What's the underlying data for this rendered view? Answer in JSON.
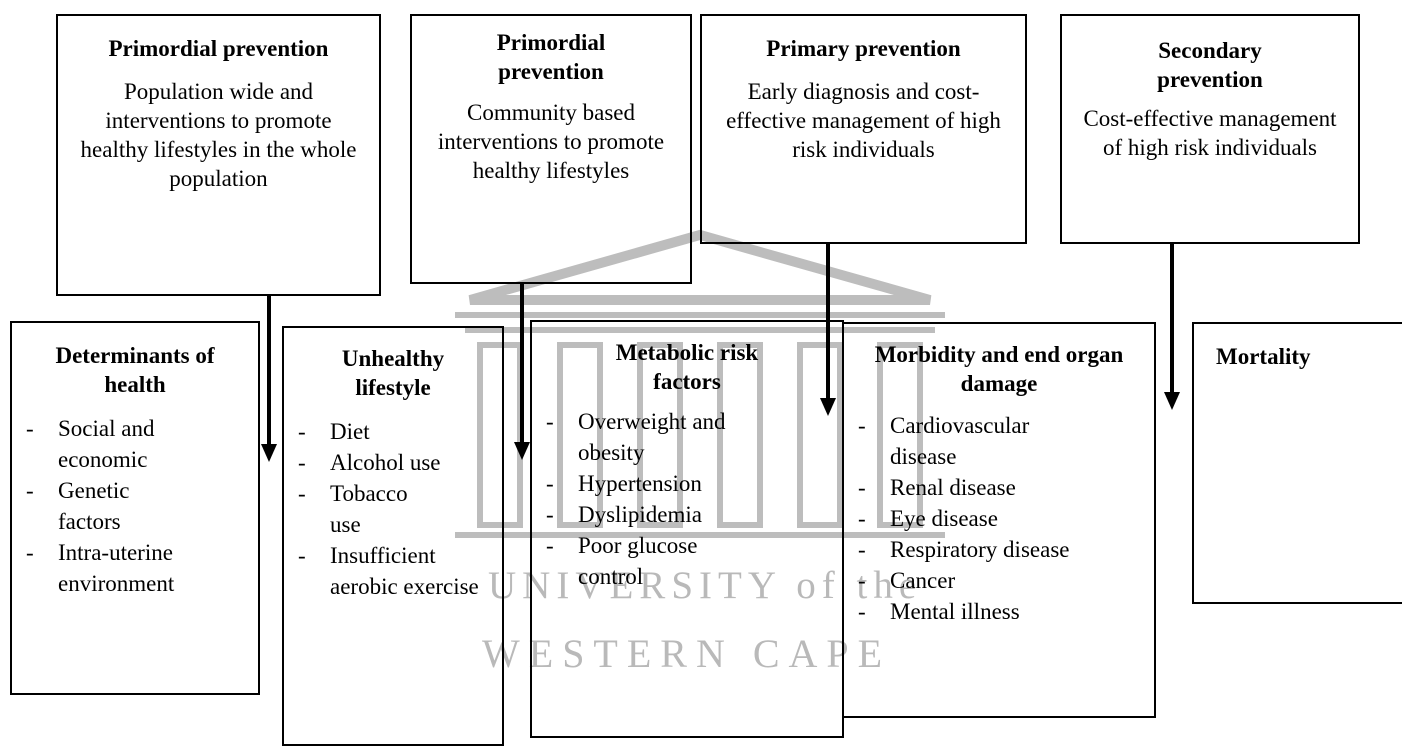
{
  "top_boxes": [
    {
      "title": "Primordial prevention",
      "text": "Population wide and interventions to promote healthy lifestyles in the whole population"
    },
    {
      "title": "Primordial prevention",
      "text": "Community based interventions to promote healthy lifestyles"
    },
    {
      "title": "Primary prevention",
      "text": "Early diagnosis and cost-effective management of high risk individuals"
    },
    {
      "title": "Secondary prevention",
      "text": "Cost-effective management of high risk individuals"
    }
  ],
  "bottom_boxes": [
    {
      "title": "Determinants of health",
      "items": [
        "Social and economic",
        "Genetic factors",
        "Intra-uterine environment"
      ]
    },
    {
      "title": "Unhealthy lifestyle",
      "items": [
        "Diet",
        "Alcohol use",
        "Tobacco use",
        "Insufficient aerobic exercise"
      ]
    },
    {
      "title": "Metabolic risk factors",
      "items": [
        "Overweight and obesity",
        "Hypertension",
        "Dyslipidemia",
        "Poor glucose control"
      ]
    },
    {
      "title": "Morbidity and end organ damage",
      "items": [
        "Cardiovascular disease",
        "Renal disease",
        "Eye disease",
        "Respiratory disease",
        "Cancer",
        "Mental illness"
      ]
    },
    {
      "title": "Mortality",
      "items": []
    }
  ],
  "watermark": {
    "line1": "UNIVERSITY of the",
    "line2": "WESTERN CAPE"
  }
}
